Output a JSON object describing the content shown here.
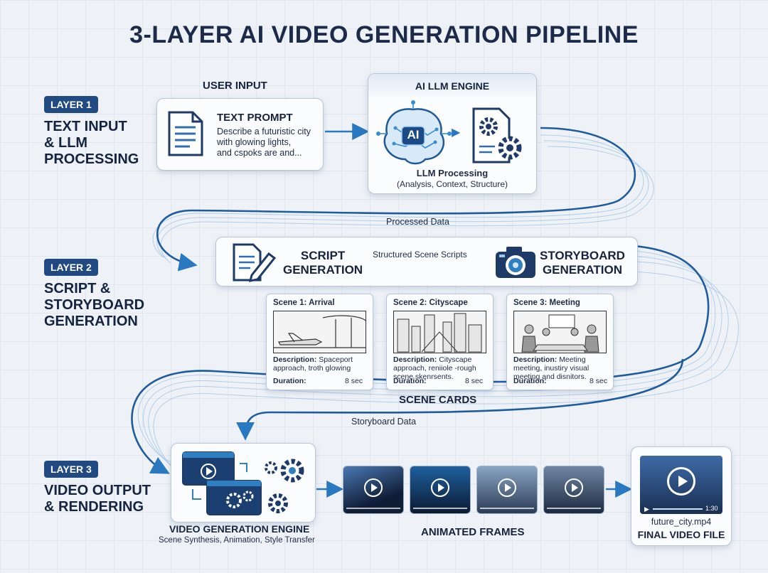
{
  "title": "3-LAYER AI VIDEO GENERATION PIPELINE",
  "layer1": {
    "badge": "LAYER 1",
    "name_lines": [
      "TEXT INPUT",
      "& LLM",
      "PROCESSING"
    ],
    "user_input_label": "USER INPUT",
    "prompt_title": "TEXT PROMPT",
    "prompt_lines": [
      "Describe a futuristic city",
      "with glowing lights,",
      "and cspoks are and..."
    ],
    "engine_label": "AI LLM ENGINE",
    "ai_chip": "AI",
    "processing_title": "LLM Processing",
    "processing_sub": "(Analysis, Context, Structure)"
  },
  "connector1": "Processed Data",
  "layer2": {
    "badge": "LAYER 2",
    "name_lines": [
      "SCRIPT &",
      "STORYBOARD",
      "GENERATION"
    ],
    "script_lines": [
      "SCRIPT",
      "GENERATION"
    ],
    "arrow_label": "Structured Scene Scripts",
    "storyboard_lines": [
      "STORYBOARD",
      "GENERATION"
    ],
    "scene_cards_label": "SCENE CARDS",
    "scenes": [
      {
        "title": "Scene 1: Arrival",
        "desc_label": "Description:",
        "desc_first": "Spaceport",
        "desc_rest": [
          "approach, troth glowing"
        ],
        "duration_label": "Duration:",
        "duration": "8 sec"
      },
      {
        "title": "Scene 2: Cityscape",
        "desc_label": "Description:",
        "desc_first": "Cityscape",
        "desc_rest": [
          "approach, reniiole -rough",
          "scene skenrsents."
        ],
        "duration_label": "Duration:",
        "duration": "8 sec"
      },
      {
        "title": "Scene 3: Meeting",
        "desc_label": "Description:",
        "desc_first": "Meeting",
        "desc_rest": [
          "meeting, inustiry visual",
          "meeting and disnitors."
        ],
        "duration_label": "Duration:",
        "duration": "8 sec"
      }
    ]
  },
  "connector2": "Storyboard Data",
  "layer3": {
    "badge": "LAYER 3",
    "name_lines": [
      "VIDEO OUTPUT",
      "& RENDERING"
    ],
    "engine_title": "VIDEO GENERATION ENGINE",
    "engine_sub": "Scene Synthesis, Animation, Style Transfer",
    "frames_label": "ANIMATED FRAMES",
    "file_time": "1:30",
    "file_name": "future_city.mp4",
    "file_label": "FINAL VIDEO FILE"
  },
  "colors": {
    "accent": "#2f7fc1",
    "dark_navy": "#1c2b4a",
    "badge": "#214a82",
    "flow": "#3b86c8"
  }
}
